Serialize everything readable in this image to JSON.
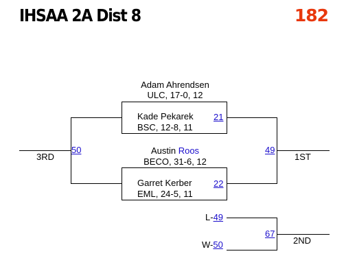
{
  "header": {
    "title": "IHSAA 2A Dist 8",
    "weight": "182"
  },
  "top_seed": {
    "name": "Adam Ahrendsen",
    "info": "ULC, 17-0, 12"
  },
  "match_21": {
    "wrestler": "Kade Pekarek",
    "info": "BSC, 12-8, 11",
    "bout": "21"
  },
  "middle_seed": {
    "first": "Austin",
    "last": "Roos",
    "info": "BECO, 31-6, 12"
  },
  "match_22": {
    "wrestler": "Garret Kerber",
    "info": "EML, 24-5, 11",
    "bout": "22"
  },
  "third_place": {
    "bout": "50",
    "label": "3RD"
  },
  "first_place": {
    "bout": "49",
    "label": "1ST"
  },
  "second_place": {
    "loser_prefix": "L-",
    "loser_bout": "49",
    "winner_prefix": "W-",
    "winner_bout": "50",
    "bout": "67",
    "label": "2ND"
  },
  "colors": {
    "weight": "#e8380d",
    "link": "#1a0dcc"
  }
}
